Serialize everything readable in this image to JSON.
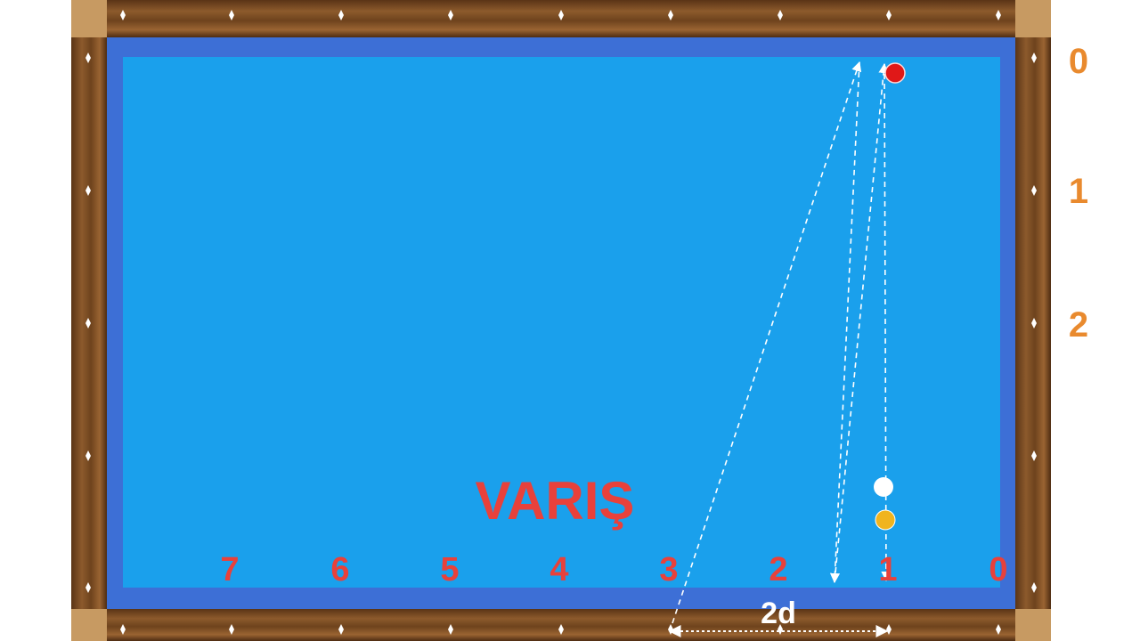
{
  "title": "VARIŞ",
  "distance_label": "2d",
  "bottom_rail_numbers": [
    "7",
    "6",
    "5",
    "4",
    "3",
    "2",
    "1",
    "0"
  ],
  "side_rail_numbers": [
    "0",
    "1",
    "2"
  ],
  "colors": {
    "cloth": "#1aa0ec",
    "cushion": "#3d6fd6",
    "wood": "#7a4a22",
    "title": "#e8413b",
    "bottom_numbers": "#e8413b",
    "side_numbers": "#e98a2e",
    "path": "#ffffff",
    "red_ball": "#e01818",
    "white_ball": "#ffffff",
    "yellow_ball": "#f0b41e"
  },
  "balls": [
    {
      "name": "red-ball",
      "color": "red"
    },
    {
      "name": "white-ball",
      "color": "white"
    },
    {
      "name": "yellow-ball",
      "color": "yellow"
    }
  ],
  "diamond_icon": "diamond-marker-icon",
  "arrow_icon": "arrow-head-icon"
}
